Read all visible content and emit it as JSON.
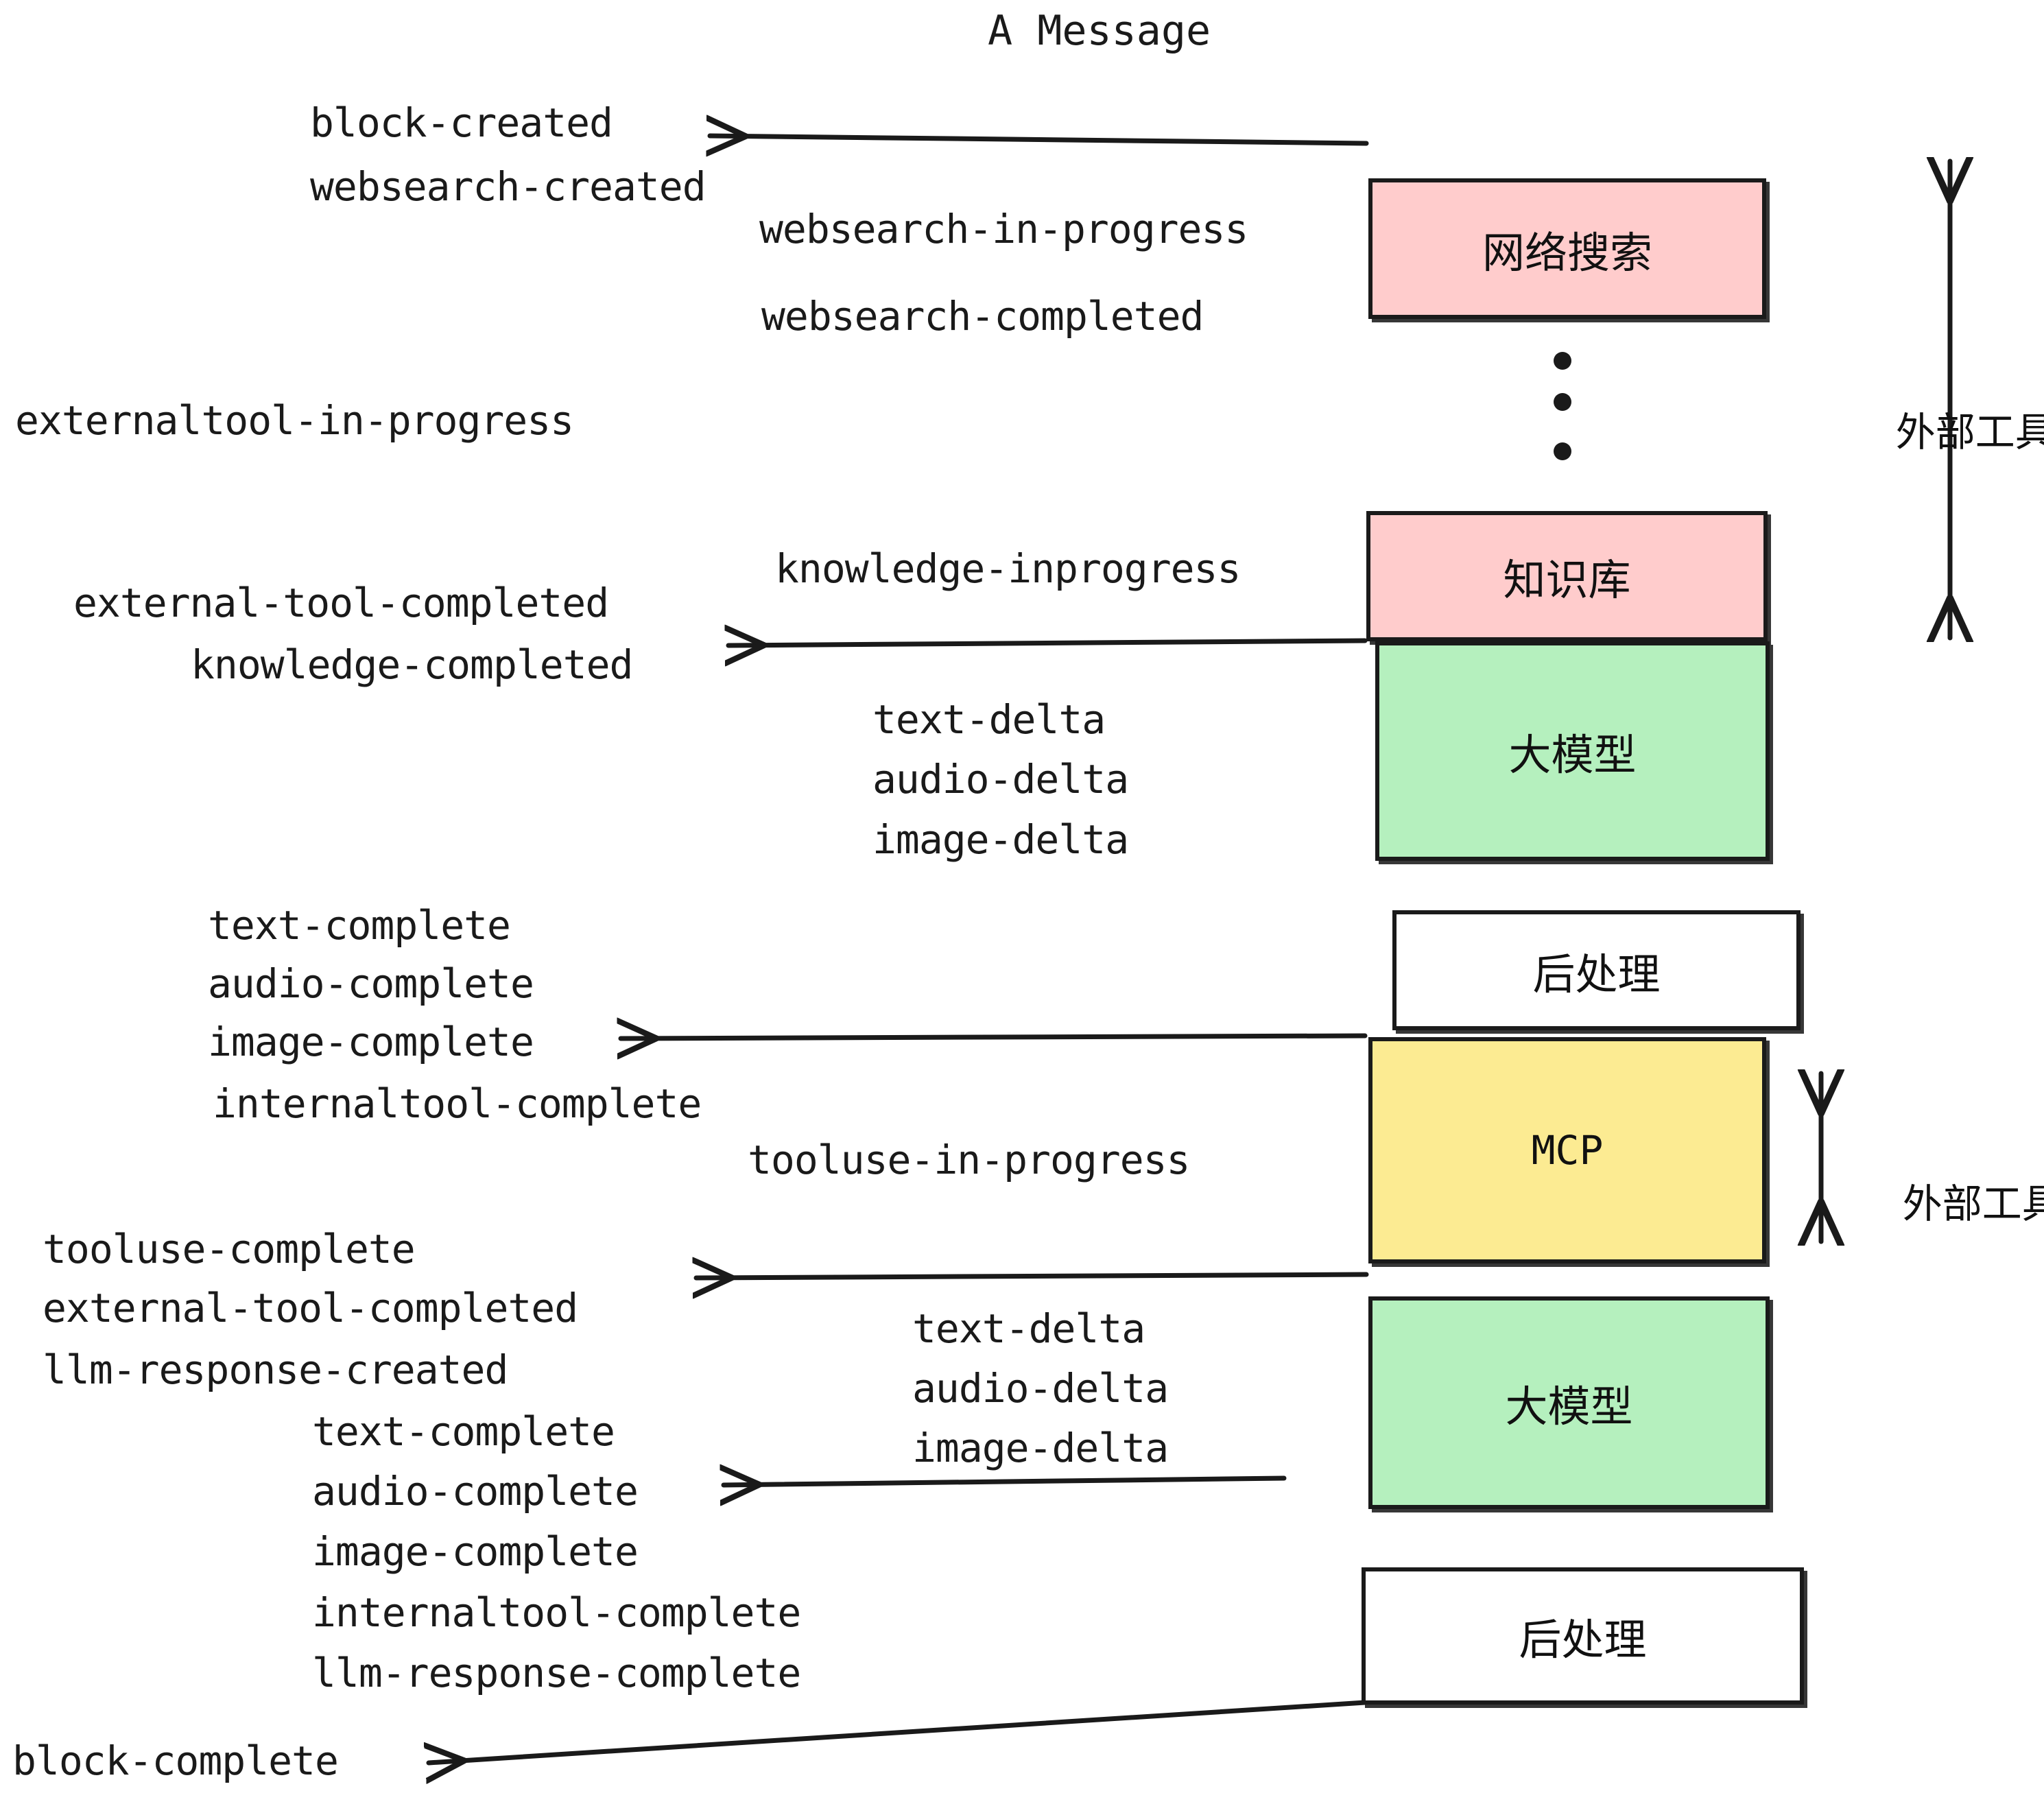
{
  "diagram": {
    "title": "A Message",
    "colors": {
      "pink": "#FFCCCC",
      "green": "#B5F0BE",
      "yellow": "#FCEB92",
      "white": "#FFFFFF",
      "stroke": "#1A1A1A"
    },
    "boxes": [
      {
        "id": "websearch",
        "label": "网络搜索",
        "fill": "#FFCCCC"
      },
      {
        "id": "knowledge",
        "label": "知识库",
        "fill": "#FFCCCC"
      },
      {
        "id": "llm-1",
        "label": "大模型",
        "fill": "#B5F0BE"
      },
      {
        "id": "postprocess-1",
        "label": "后处理",
        "fill": "#FFFFFF"
      },
      {
        "id": "mcp",
        "label": "MCP",
        "fill": "#FCEB92"
      },
      {
        "id": "llm-2",
        "label": "大模型",
        "fill": "#B5F0BE"
      },
      {
        "id": "postprocess-2",
        "label": "后处理",
        "fill": "#FFFFFF"
      }
    ],
    "side_annotations": [
      {
        "id": "external-tools-top",
        "label": "外部工具"
      },
      {
        "id": "external-tools-bottom",
        "label": "外部工具"
      }
    ],
    "events": {
      "block_created": "block-created",
      "websearch_created": "websearch-created",
      "websearch_in_progress": "websearch-in-progress",
      "websearch_completed": "websearch-completed",
      "externaltool_in_progress": "externaltool-in-progress",
      "knowledge_inprogress": "knowledge-inprogress",
      "external_tool_completed_1": "external-tool-completed",
      "knowledge_completed": "knowledge-completed",
      "text_delta_1": "text-delta",
      "audio_delta_1": "audio-delta",
      "image_delta_1": "image-delta",
      "text_complete_1": "text-complete",
      "audio_complete_1": "audio-complete",
      "image_complete_1": "image-complete",
      "internaltool_complete_1": "internaltool-complete",
      "tooluse_in_progress": "tooluse-in-progress",
      "tooluse_complete": "tooluse-complete",
      "external_tool_completed_2": "external-tool-completed",
      "llm_response_created": "llm-response-created",
      "text_delta_2": "text-delta",
      "audio_delta_2": "audio-delta",
      "image_delta_2": "image-delta",
      "text_complete_2": "text-complete",
      "audio_complete_2": "audio-complete",
      "image_complete_2": "image-complete",
      "internaltool_complete_2": "internaltool-complete",
      "llm_response_complete": "llm-response-complete",
      "block_complete": "block-complete"
    }
  }
}
